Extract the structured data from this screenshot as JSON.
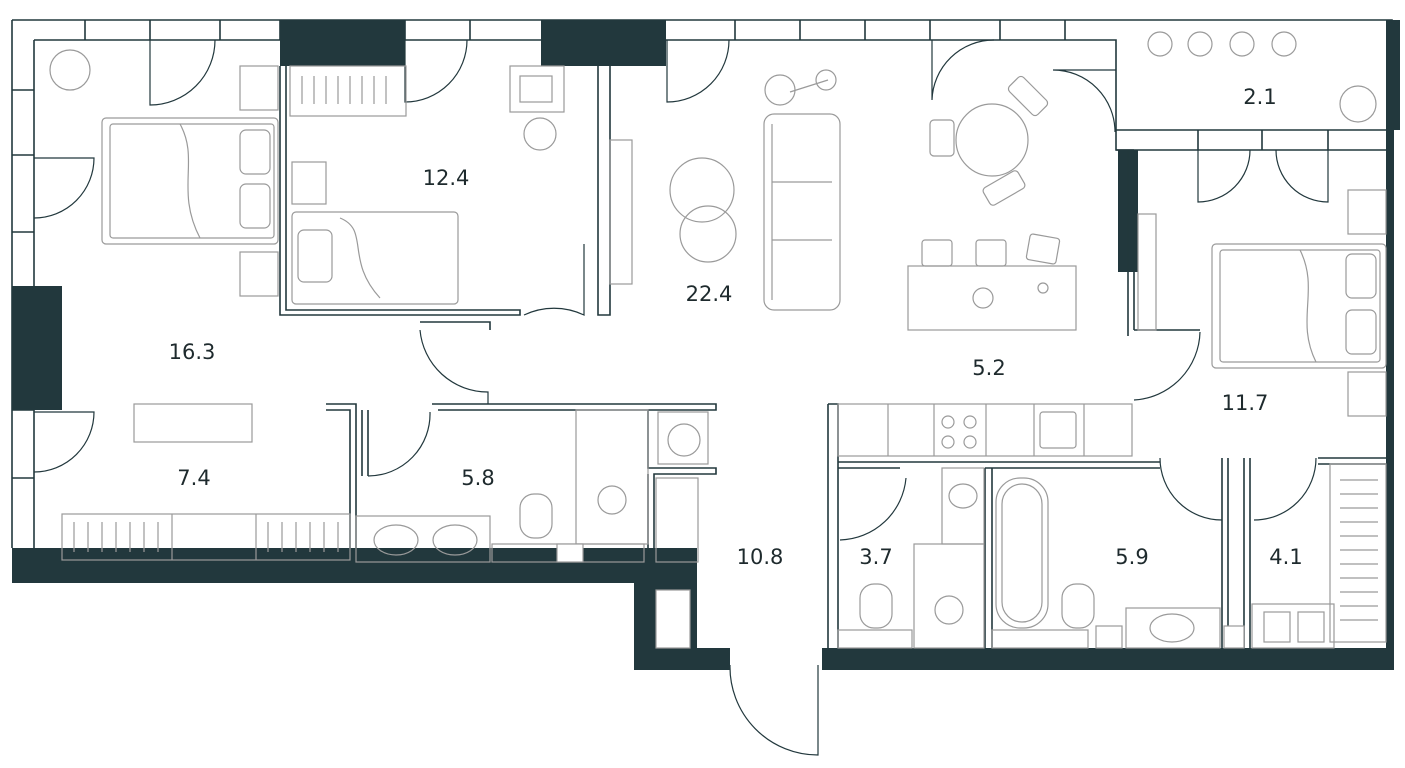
{
  "rooms": [
    {
      "id": "bedroom-left",
      "area": "16.3"
    },
    {
      "id": "bedroom-small",
      "area": "12.4"
    },
    {
      "id": "living-room",
      "area": "22.4"
    },
    {
      "id": "kitchen",
      "area": "5.2"
    },
    {
      "id": "balcony",
      "area": "2.1"
    },
    {
      "id": "bedroom-right",
      "area": "11.7"
    },
    {
      "id": "dressing-room",
      "area": "7.4"
    },
    {
      "id": "bathroom-left",
      "area": "5.8"
    },
    {
      "id": "hallway",
      "area": "10.8"
    },
    {
      "id": "toilet",
      "area": "3.7"
    },
    {
      "id": "bathroom-right",
      "area": "5.9"
    },
    {
      "id": "wardrobe-right",
      "area": "4.1"
    }
  ],
  "colors": {
    "wall": "#22383d",
    "furniture": "#9a9a9a",
    "label": "#1e2a2d",
    "background": "#ffffff"
  }
}
